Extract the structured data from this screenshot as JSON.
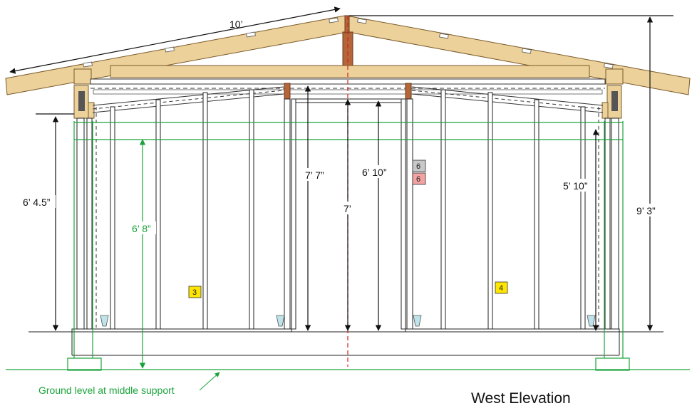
{
  "title": "West Elevation",
  "ground_label": "Ground level at middle support",
  "dimensions": {
    "rafter_length": "10’",
    "left_wall_height": "6’ 4.5”",
    "green_height": "6’ 8”",
    "door_opening": "7’ 7”",
    "door_height": "6’ 10”",
    "centerline_height": "7’",
    "right_inner_height": "5’ 10”",
    "overall_height": "9’ 3”"
  },
  "tags": {
    "tag_3": "3",
    "tag_4": "4",
    "tag_6a": "6",
    "tag_6b": "6"
  },
  "colors": {
    "lumber": "#ecd19a",
    "lumber_dark": "#c9a56a",
    "ridge": "#b5653a",
    "green": "#1aa33a",
    "red": "#d9201e",
    "tag_yellow": "#ffe600",
    "tag_grey": "#c8c8c8",
    "tag_pink": "#f4a3a3"
  }
}
